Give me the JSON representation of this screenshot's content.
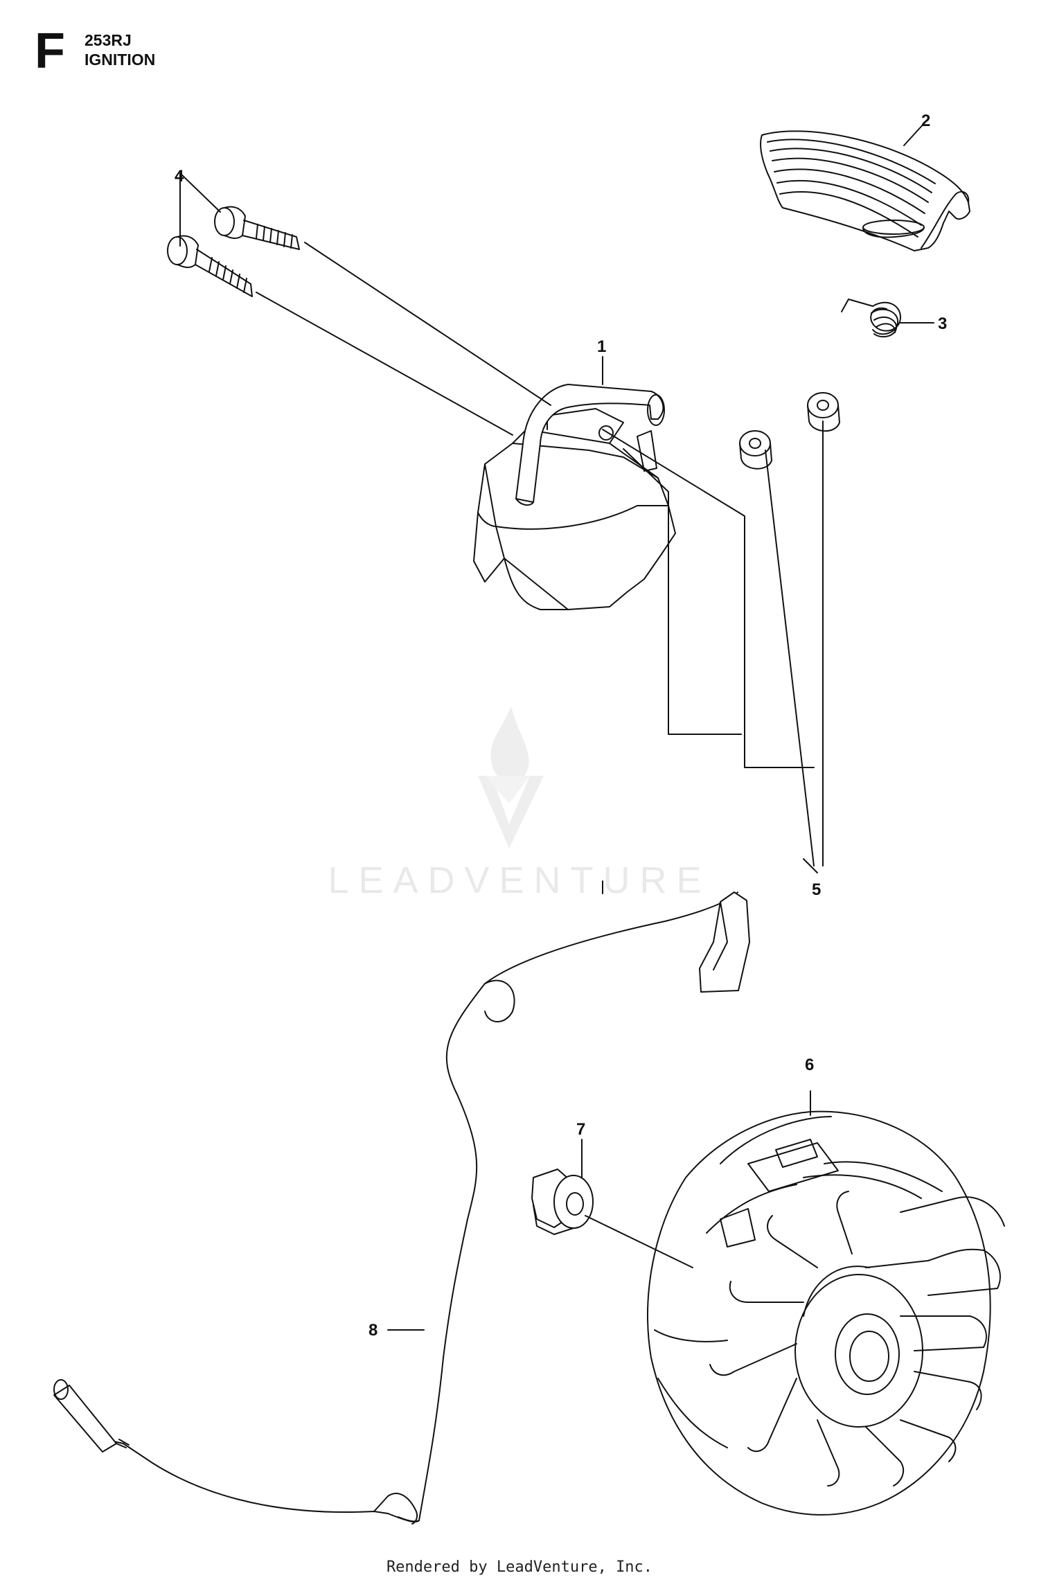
{
  "header": {
    "section_letter": "F",
    "model": "253RJ",
    "section_title": "IGNITION"
  },
  "callouts": [
    "1",
    "2",
    "3",
    "4",
    "5",
    "6",
    "7",
    "8"
  ],
  "watermark": {
    "brand": "LEADVENTURE"
  },
  "footer": {
    "text": "Rendered by LeadVenture, Inc."
  },
  "colors": {
    "line": "#111111",
    "watermark": "#e9e9e9",
    "background": "#ffffff"
  }
}
